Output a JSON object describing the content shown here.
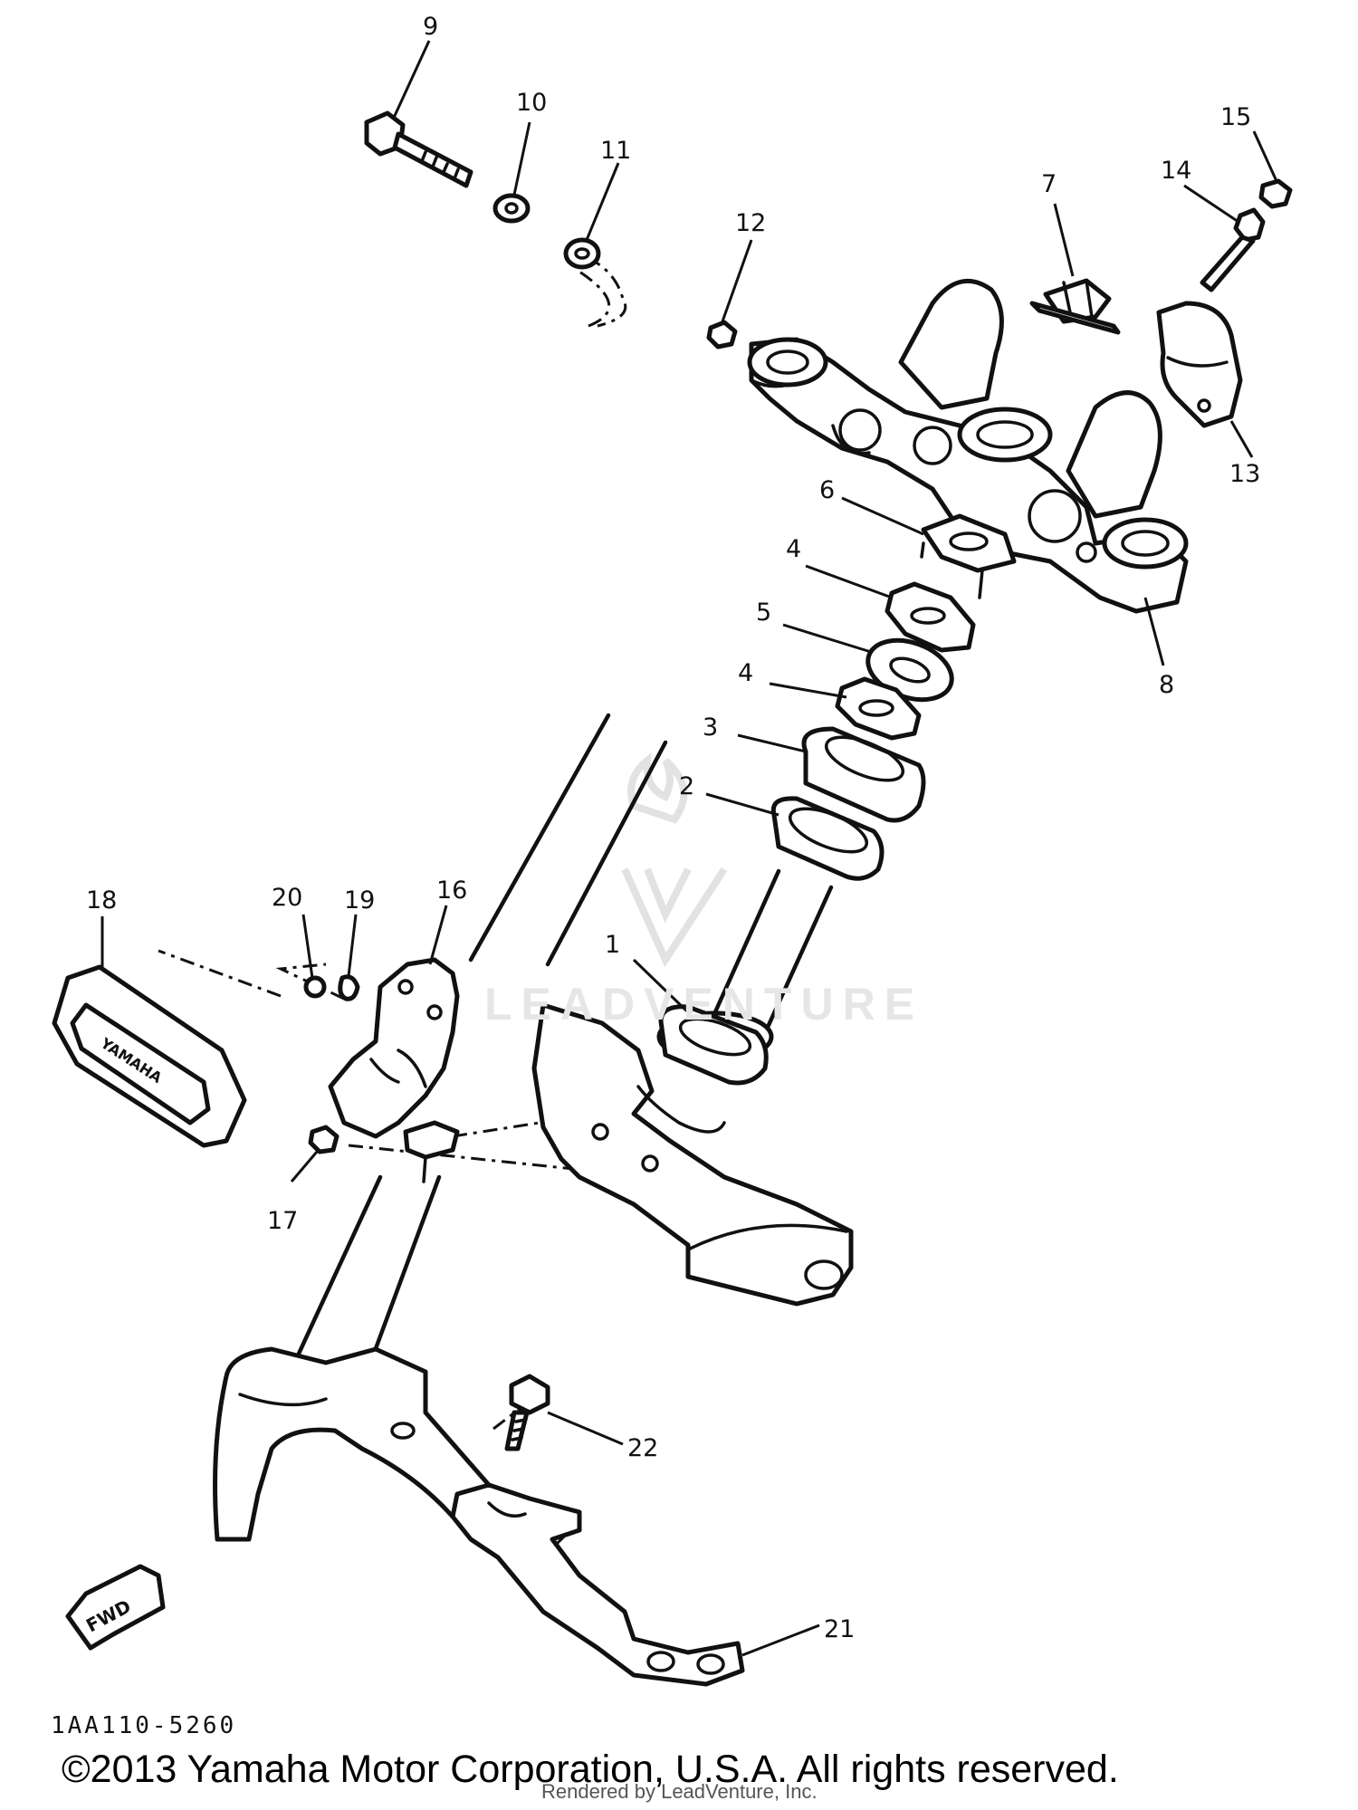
{
  "diagram": {
    "callouts": [
      "1",
      "2",
      "3",
      "4",
      "5",
      "4",
      "6",
      "7",
      "8",
      "9",
      "10",
      "11",
      "12",
      "13",
      "14",
      "15",
      "16",
      "17",
      "18",
      "19",
      "20",
      "21",
      "22"
    ],
    "part_labels": {
      "cover_brand": "YAMAHA",
      "front_arrow": "FWD"
    },
    "drawing_code": "1AA110-5260",
    "copyright": "©2013 Yamaha Motor Corporation, U.S.A. All rights reserved.",
    "watermark": "LEADVENTURE",
    "render_credit": "Rendered by LeadVenture, Inc."
  }
}
